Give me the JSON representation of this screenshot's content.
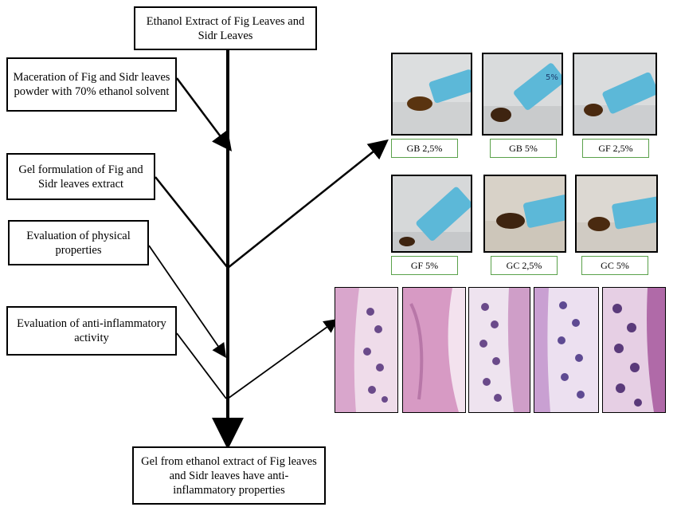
{
  "boxes": {
    "top": "Ethanol Extract of Fig Leaves and Sidr Leaves",
    "maceration": "Maceration of Fig and Sidr leaves powder with 70% ethanol solvent",
    "gel_formulation": "Gel formulation of Fig and Sidr leaves extract",
    "physical": "Evaluation of physical properties",
    "anti_inflammatory": "Evaluation of anti-inflammatory activity",
    "result": "Gel from ethanol extract of Fig leaves and Sidr leaves have anti-inflammatory properties"
  },
  "gel_samples": [
    "GB 2,5%",
    "GB 5%",
    "GF 2,5%",
    "GF 5%",
    "GC 2,5%",
    "GC 5%"
  ],
  "tube_label": "5%",
  "colors": {
    "label_border": "#5aa14a",
    "gel": "#4a2a10",
    "tube": "#5cb8d8",
    "tissue": "#c98fbc"
  }
}
